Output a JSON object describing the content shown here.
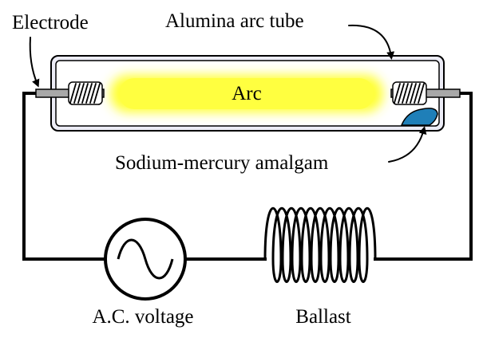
{
  "labels": {
    "electrode": "Electrode",
    "arc_tube": "Alumina arc tube",
    "arc": "Arc",
    "amalgam": "Sodium-mercury amalgam",
    "ac_voltage": "A.C. voltage",
    "ballast": "Ballast"
  },
  "colors": {
    "arc_glow": "#ffff33",
    "tube_fill": "#ececf6",
    "tube_inner": "#ffffff",
    "amalgam": "#1f7fb8",
    "electrode_rod": "#a8a8a8"
  },
  "icons": {
    "ac_source": "sine-wave-in-circle-icon",
    "ballast": "inductor-coil-icon",
    "electrode": "spring-coil-electrode-icon"
  }
}
